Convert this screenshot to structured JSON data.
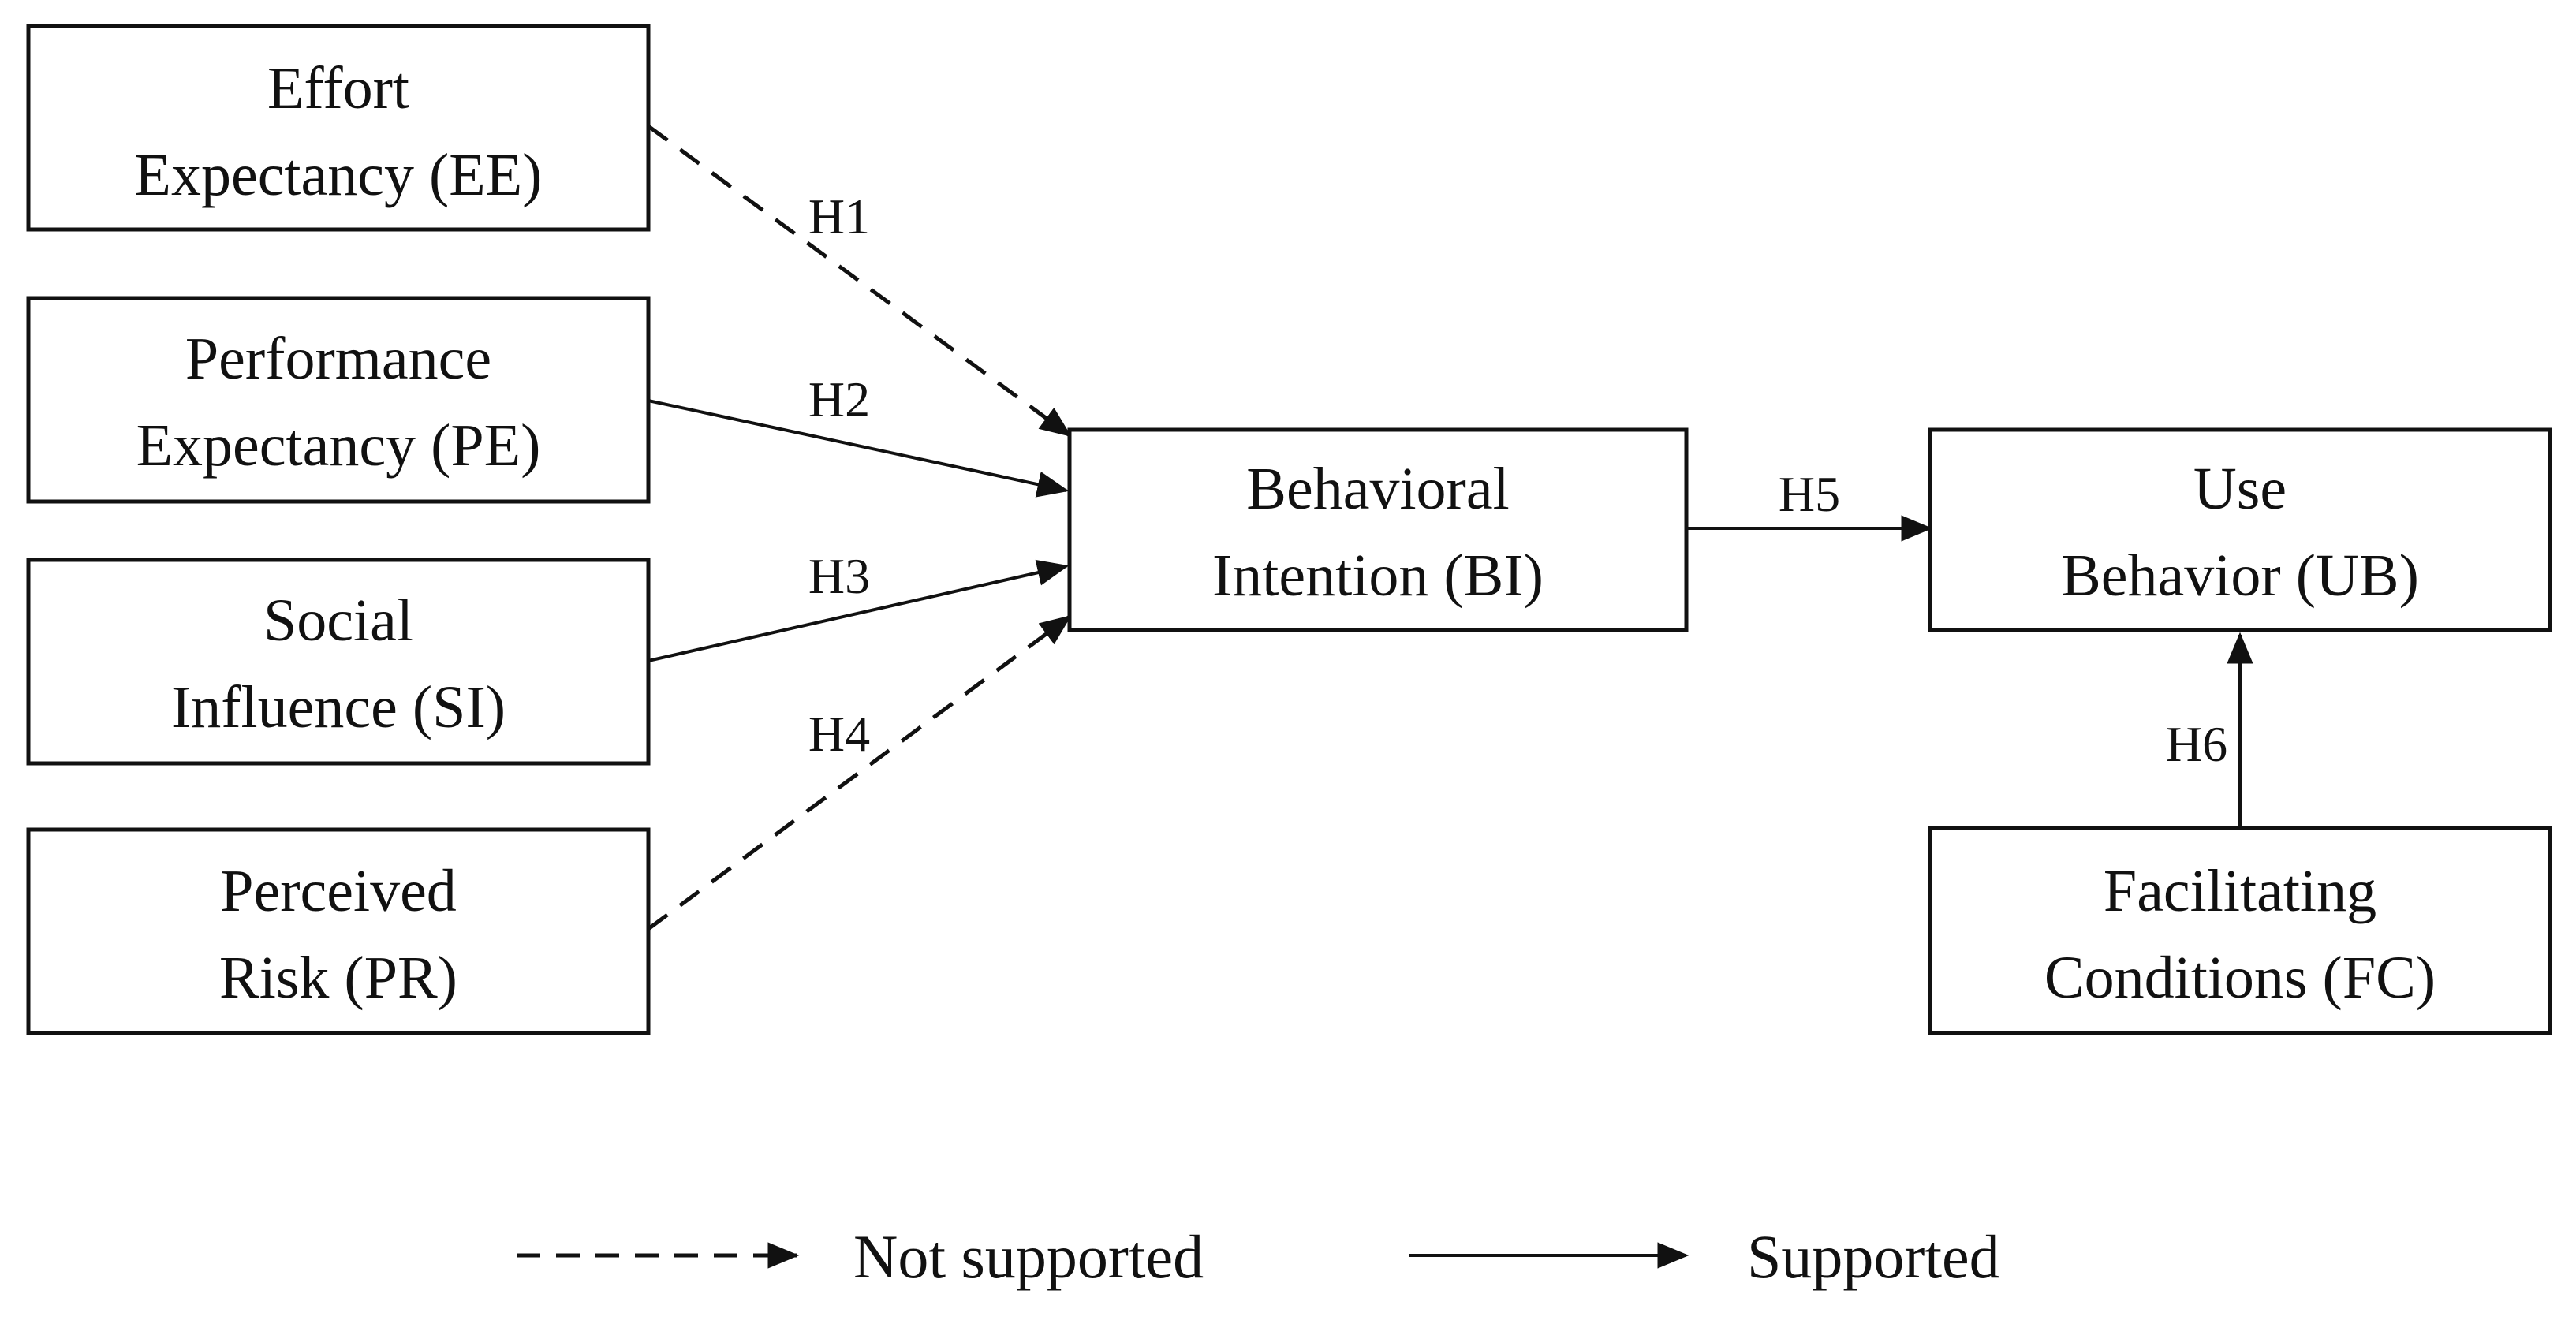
{
  "nodes": {
    "ee": {
      "lines": [
        "Effort",
        "Expectancy (EE)"
      ]
    },
    "pe": {
      "lines": [
        "Performance",
        "Expectancy (PE)"
      ]
    },
    "si": {
      "lines": [
        "Social",
        "Influence (SI)"
      ]
    },
    "pr": {
      "lines": [
        "Perceived",
        "Risk (PR)"
      ]
    },
    "bi": {
      "lines": [
        "Behavioral",
        "Intention (BI)"
      ]
    },
    "ub": {
      "lines": [
        "Use",
        "Behavior (UB)"
      ]
    },
    "fc": {
      "lines": [
        "Facilitating",
        "Conditions (FC)"
      ]
    }
  },
  "edges": [
    {
      "id": "h1",
      "label": "H1",
      "from": "ee",
      "to": "bi",
      "supported": false
    },
    {
      "id": "h2",
      "label": "H2",
      "from": "pe",
      "to": "bi",
      "supported": true
    },
    {
      "id": "h3",
      "label": "H3",
      "from": "si",
      "to": "bi",
      "supported": true
    },
    {
      "id": "h4",
      "label": "H4",
      "from": "pr",
      "to": "bi",
      "supported": false
    },
    {
      "id": "h5",
      "label": "H5",
      "from": "bi",
      "to": "ub",
      "supported": true
    },
    {
      "id": "h6",
      "label": "H6",
      "from": "fc",
      "to": "ub",
      "supported": true
    }
  ],
  "legend": {
    "not_supported": "Not supported",
    "supported": "Supported"
  },
  "colors": {
    "ink": "#111111",
    "background": "#ffffff"
  }
}
